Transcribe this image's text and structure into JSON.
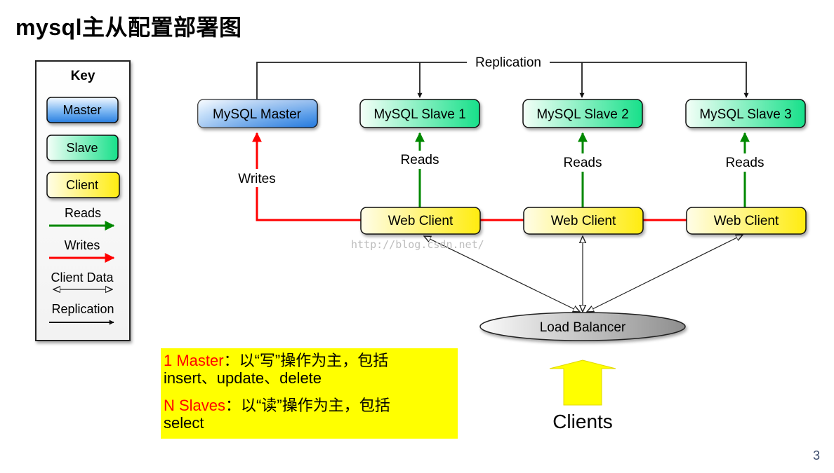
{
  "title": "mysql主从配置部署图",
  "slide_number": "3",
  "key": {
    "heading": "Key",
    "master": "Master",
    "slave": "Slave",
    "client": "Client",
    "reads": "Reads",
    "writes": "Writes",
    "client_data": "Client Data",
    "replication": "Replication"
  },
  "diagram": {
    "replication_label": "Replication",
    "master": "MySQL Master",
    "slaves": [
      "MySQL Slave 1",
      "MySQL Slave 2",
      "MySQL Slave 3"
    ],
    "writes_label": "Writes",
    "reads_label": "Reads",
    "web_client": "Web Client",
    "load_balancer": "Load Balancer",
    "clients": "Clients",
    "watermark": "http://blog.csdn.net/"
  },
  "colors": {
    "reads": "#008800",
    "writes": "#ff0000",
    "master_fill": "#3a8ee8",
    "slave_fill": "#20e090",
    "client_fill": "#ffef2a",
    "note_bg": "#ffff00"
  },
  "note": {
    "line1_highlight": "1 Master",
    "line1_rest": "：以“写”操作为主，包括",
    "line1_cont": "insert、update、delete",
    "line2_highlight": "N Slaves",
    "line2_rest": "：以“读”操作为主，包括",
    "line2_cont": "select"
  }
}
